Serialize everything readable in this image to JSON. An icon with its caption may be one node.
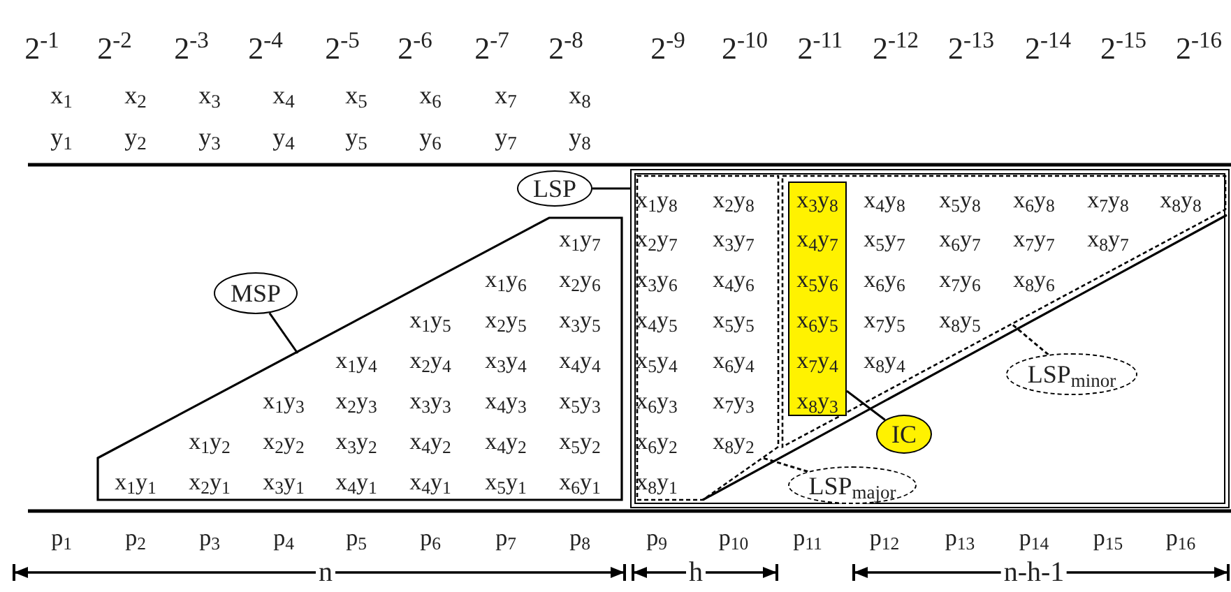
{
  "diagram": {
    "nodes": [
      {
        "text": [
          "MSP"
        ]
      },
      {
        "text": [
          "x$_{1}$y$_{7}$",
          "x$_{1}$y$_{6}$",
          "x$_{2}$y$_{6}$",
          "x$_{1}$y$_{5}$",
          "x$_{2}$y$_{5}$",
          "x$_{3}$y$_{5}$",
          "x$_{1}$y$_{4}$",
          "x$_{2}$y$_{4}$",
          "x$_{3}$y$_{4}$",
          "x$_{4}$y$_{4}$",
          "x$_{1}$y$_{3}$",
          "x$_{2}$y$_{3}$",
          "x$_{3}$y$_{3}$",
          "x$_{4}$y$_{3}$",
          "x$_{5}$y$_{3}$",
          "x$_{1}$y$_{2}$",
          "x$_{2}$y$_{2}$",
          "x$_{3}$y$_{2}$",
          "x$_{4}$y$_{2}$",
          "x$_{4}$y$_{2}$",
          "x$_{5}$y$_{2}$",
          "x$_{1}$y$_{1}$",
          "x$_{2}$y$_{1}$",
          "x$_{3}$y$_{1}$",
          "x$_{4}$y$_{1}$",
          "x$_{4}$y$_{1}$",
          "x$_{5}$y$_{1}$",
          "x$_{6}$y$_{1}$"
        ]
      },
      {
        "text": [
          "LSP"
        ]
      },
      {
        "text": [],
        "shape": "box"
      },
      {
        "text": [
          "x$_{1}$y$_{8}$",
          "x$_{2}$y$_{8}$",
          "x$_{2}$y$_{7}$",
          "x$_{3}$y$_{7}$",
          "x$_{3}$y$_{6}$",
          "x$_{4}$y$_{6}$",
          "x$_{4}$y$_{5}$",
          "x$_{5}$y$_{5}$",
          "x$_{5}$y$_{4}$",
          "x$_{6}$y$_{4}$",
          "x$_{6}$y$_{3}$",
          "x$_{7}$y$_{3}$",
          "x$_{6}$y$_{2}$",
          "x$_{8}$y$_{2}$",
          "x$_{8}$y$_{1}$"
        ],
        "in": 3
      },
      {
        "text": [
          "x$_{4}$y$_{8}$",
          "x$_{5}$y$_{8}$",
          "x$_{6}$y$_{8}$",
          "x$_{7}$y$_{8}$",
          "x$_{8}$y$_{8}$",
          "x$_{5}$y$_{7}$",
          "x$_{6}$y$_{7}$",
          "x$_{7}$y$_{7}$",
          "x$_{8}$y$_{7}$",
          "x$_{6}$y$_{6}$",
          "x$_{7}$y$_{6}$",
          "x$_{8}$y$_{6}$",
          "x$_{7}$y$_{5}$",
          "x$_{8}$y$_{5}$",
          "x$_{8}$y$_{4}$"
        ],
        "in": 3
      },
      {
        "text": [
          "x$_{3}$y$_{8}$",
          "x$_{4}$y$_{7}$",
          "x$_{5}$y$_{6}$",
          "x$_{6}$y$_{5}$",
          "x$_{7}$y$_{4}$",
          "x$_{8}$y$_{3}$"
        ],
        "in": 5
      },
      {
        "text": [
          "IC"
        ],
        "in": 3
      },
      {
        "text": [
          "LSP$_{major}$"
        ],
        "in": 3
      },
      {
        "text": [
          "LSP$_{minor}$"
        ],
        "in": 3
      }
    ],
    "edges": [
      {
        "from": 0,
        "to": 1,
        "arrow": "none"
      },
      {
        "from": 2,
        "to": 3,
        "arrow": "none"
      },
      {
        "from": 7,
        "to": 6,
        "arrow": "none"
      },
      {
        "from": 8,
        "to": 4,
        "arrow": "none",
        "style": "dashed"
      },
      {
        "from": 9,
        "to": 5,
        "arrow": "none",
        "style": "dashed"
      }
    ],
    "labels": [
      "2$^{-1}$",
      "2$^{-2}$",
      "2$^{-3}$",
      "2$^{-4}$",
      "2$^{-5}$",
      "2$^{-6}$",
      "2$^{-7}$",
      "2$^{-8}$",
      "2$^{-9}$",
      "2$^{-10}$",
      "2$^{-11}$",
      "2$^{-12}$",
      "2$^{-13}$",
      "2$^{-14}$",
      "2$^{-15}$",
      "2$^{-16}$",
      "x$_{1}$",
      "x$_{2}$",
      "x$_{3}$",
      "x$_{4}$",
      "x$_{5}$",
      "x$_{6}$",
      "x$_{7}$",
      "x$_{8}$",
      "y$_{1}$",
      "y$_{2}$",
      "y$_{3}$",
      "y$_{4}$",
      "y$_{5}$",
      "y$_{6}$",
      "y$_{7}$",
      "y$_{8}$",
      "p$_{1}$",
      "p$_{2}$",
      "p$_{3}$",
      "p$_{4}$",
      "p$_{5}$",
      "p$_{6}$",
      "p$_{7}$",
      "p$_{8}$",
      "p$_{9}$",
      "p$_{10}$",
      "p$_{11}$",
      "p$_{12}$",
      "p$_{13}$",
      "p$_{14}$",
      "p$_{15}$",
      "p$_{16}$",
      "n",
      "h",
      "n-h-1"
    ]
  }
}
